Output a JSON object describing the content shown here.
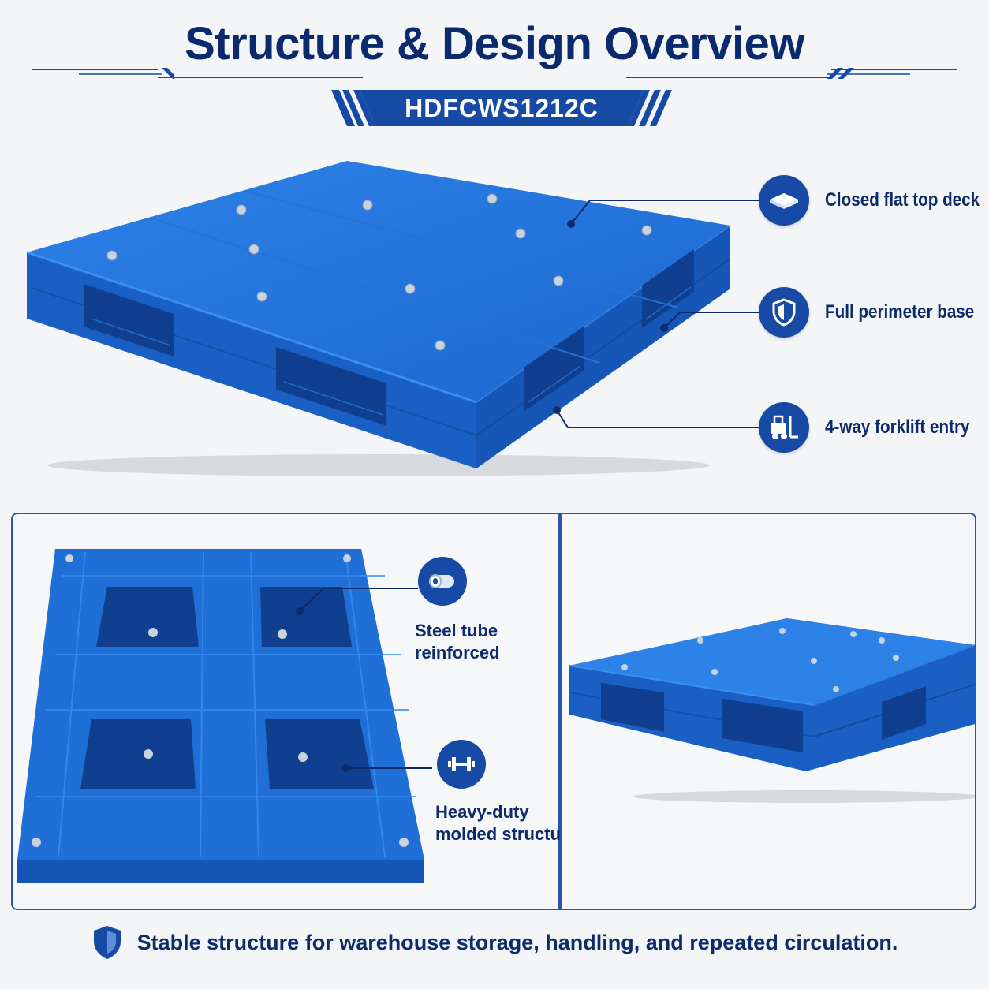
{
  "header": {
    "title": "Structure & Design Overview",
    "model": "HDFCWS1212C"
  },
  "callouts": [
    {
      "label": "Closed flat top deck",
      "icon": "flat-deck-icon"
    },
    {
      "label": "Full perimeter base",
      "icon": "shield-icon"
    },
    {
      "label": "4-way forklift entry",
      "icon": "forklift-icon"
    }
  ],
  "bottom_callouts": [
    {
      "label_line1": "Steel tube",
      "label_line2": "reinforced",
      "icon": "steel-tube-icon"
    },
    {
      "label_line1": "Heavy-duty",
      "label_line2": "molded structure",
      "icon": "dumbbell-icon"
    }
  ],
  "footer": {
    "text": "Stable structure for warehouse storage, handling, and repeated circulation.",
    "icon": "shield-icon"
  },
  "colors": {
    "brand": "#0b2a6e",
    "accent": "#174aa5",
    "pallet": "#1f6fd6",
    "background": "#f4f5f7"
  }
}
